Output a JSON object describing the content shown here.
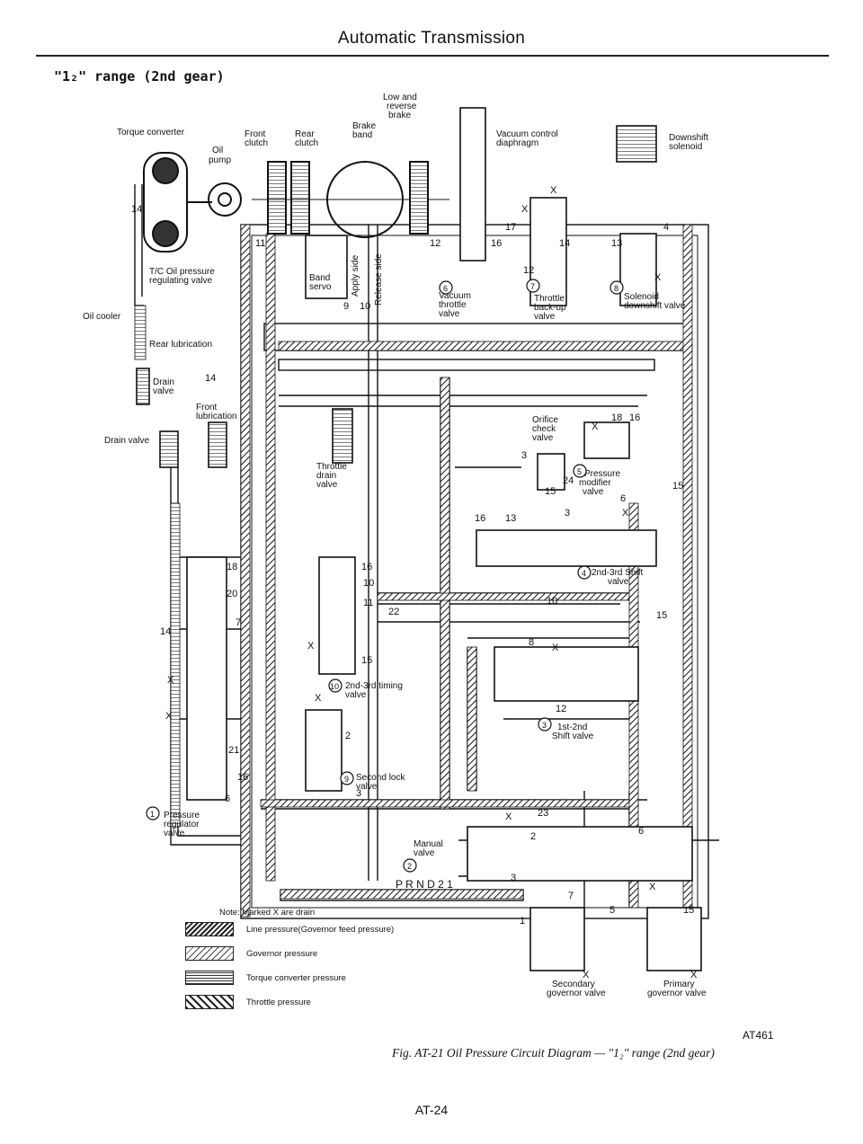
{
  "header": {
    "title": "Automatic Transmission",
    "section": "\"1₂\" range (2nd gear)"
  },
  "labels": {
    "torque_converter": "Torque converter",
    "oil_pump": [
      "Oil",
      "pump"
    ],
    "front_clutch": [
      "Front",
      "clutch"
    ],
    "rear_clutch": [
      "Rear",
      "clutch"
    ],
    "brake_band": [
      "Brake",
      "band"
    ],
    "low_reverse_brake": [
      "Low and",
      "reverse",
      "brake"
    ],
    "vacuum_control_diaphragm": [
      "Vacuum control",
      "diaphragm"
    ],
    "downshift_solenoid": [
      "Downshift",
      "solenoid"
    ],
    "tc_oil_pressure_valve": [
      "T/C Oil pressure",
      "regulating valve"
    ],
    "oil_cooler": "Oil cooler",
    "rear_lubrication": "Rear lubrication",
    "drain_valve_small": [
      "Drain",
      "valve"
    ],
    "front_lubrication": [
      "Front",
      "lubrication"
    ],
    "drain_valve": "Drain valve",
    "band_servo": [
      "Band",
      "servo"
    ],
    "apply_side": "Apply side",
    "release_side": "Release side",
    "vacuum_throttle_valve": [
      "Vacuum",
      "throttle",
      "valve"
    ],
    "throttle_backup_valve": [
      "Throttle",
      "back-up",
      "valve"
    ],
    "solenoid_downshift_valve": [
      "Solenoid",
      "downshift valve"
    ],
    "throttle_drain_valve": [
      "Throttle",
      "drain",
      "valve"
    ],
    "orifice_check_valve": [
      "Orifice",
      "check",
      "valve"
    ],
    "pressure_modifier_valve": [
      "Pressure",
      "modifier",
      "valve"
    ],
    "shift_2_3_valve": [
      "2nd-3rd Shift",
      "valve"
    ],
    "timing_2_3_valve": [
      "2nd-3rd timing",
      "valve"
    ],
    "shift_1_2_valve": [
      "1st-2nd",
      "Shift valve"
    ],
    "second_lock_valve": [
      "Second lock",
      "valve"
    ],
    "pressure_regulator_valve": [
      "Pressure",
      "regulator",
      "valve"
    ],
    "manual_valve": [
      "Manual",
      "valve"
    ],
    "prnd21": "P R N D 2 1",
    "secondary_governor_valve": [
      "Secondary",
      "governor valve"
    ],
    "primary_governor_valve": [
      "Primary",
      "governor valve"
    ]
  },
  "circles": [
    "1",
    "2",
    "3",
    "4",
    "5",
    "6",
    "7",
    "8",
    "9",
    "10"
  ],
  "ports": [
    "14",
    "11",
    "12",
    "9",
    "10",
    "17",
    "16",
    "14",
    "13",
    "12",
    "4",
    "14",
    "18",
    "16",
    "3",
    "24",
    "15",
    "6",
    "3",
    "16",
    "13",
    "16",
    "10",
    "11",
    "22",
    "10",
    "15",
    "8",
    "15",
    "12",
    "18",
    "20",
    "7",
    "14",
    "15",
    "2",
    "21",
    "16",
    "6",
    "3",
    "23",
    "2",
    "6",
    "3",
    "7",
    "5",
    "15",
    "1"
  ],
  "drain_mark": "X",
  "note": "Note: Marked X are drain",
  "legend": [
    {
      "text": "Line pressure(Governor feed pressure)"
    },
    {
      "text": "Governor pressure"
    },
    {
      "text": "Torque converter pressure"
    },
    {
      "text": "Throttle pressure"
    }
  ],
  "figure": {
    "code": "AT461",
    "caption": "Fig. AT-21 Oil Pressure Circuit Diagram — \"1₂\" range (2nd gear)"
  },
  "page_number": "AT-24"
}
